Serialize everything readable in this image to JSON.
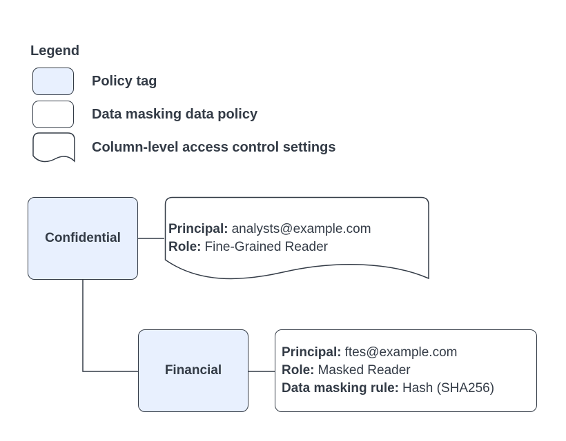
{
  "colors": {
    "background": "#ffffff",
    "policy_tag_fill": "#e8f0fe",
    "shape_fill": "#ffffff",
    "stroke": "#333b46",
    "text": "#333b46"
  },
  "legend": {
    "title": "Legend",
    "items": [
      {
        "shape": "policy-tag",
        "fill": "#e8f0fe",
        "label": "Policy tag"
      },
      {
        "shape": "data-masking-data-policy",
        "fill": "#ffffff",
        "label": "Data masking data policy"
      },
      {
        "shape": "column-level-access-control-settings",
        "fill": "#ffffff",
        "label": "Column-level access control settings"
      }
    ]
  },
  "diagram": {
    "policy_tags": [
      {
        "id": "confidential",
        "label": "Confidential"
      },
      {
        "id": "financial",
        "label": "Financial"
      }
    ],
    "access_settings_note": {
      "shape": "column-level-access-control-settings",
      "attached_to": "Confidential",
      "fields": [
        {
          "label": "Principal:",
          "value": "analysts@example.com"
        },
        {
          "label": "Role:",
          "value": "Fine-Grained Reader"
        }
      ]
    },
    "data_policy_note": {
      "shape": "data-masking-data-policy",
      "attached_to": "Financial",
      "fields": [
        {
          "label": "Principal:",
          "value": "ftes@example.com"
        },
        {
          "label": "Role:",
          "value": "Masked Reader"
        },
        {
          "label": "Data masking rule:",
          "value": "Hash (SHA256)"
        }
      ]
    }
  }
}
